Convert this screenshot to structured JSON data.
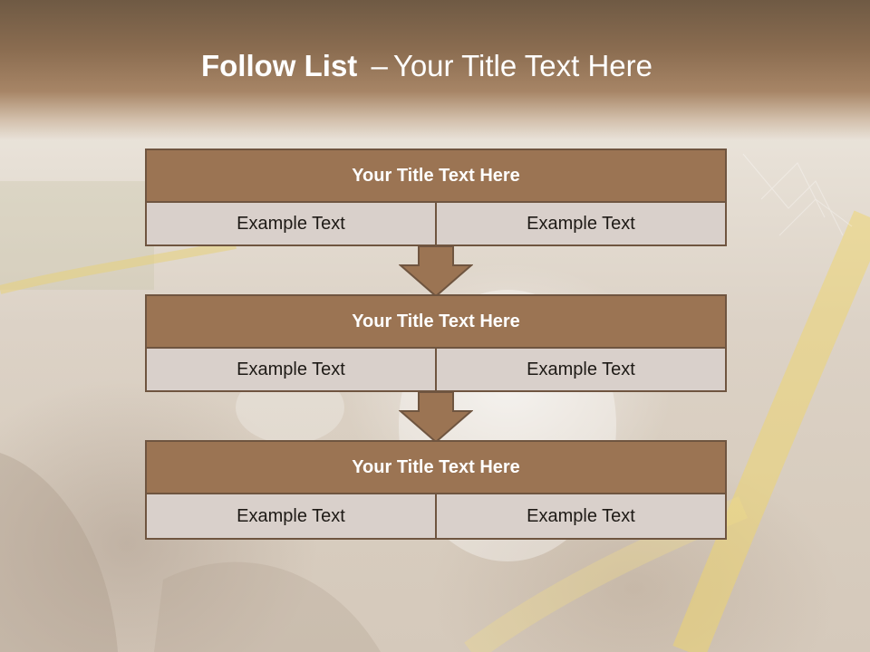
{
  "slide": {
    "title_bold": "Follow List",
    "title_sep": "–",
    "title_rest": "Your Title Text Here"
  },
  "steps": [
    {
      "title": "Your Title Text Here",
      "left": "Example Text",
      "right": "Example Text"
    },
    {
      "title": "Your Title Text Here",
      "left": "Example Text",
      "right": "Example Text"
    },
    {
      "title": "Your Title Text Here",
      "left": "Example Text",
      "right": "Example Text"
    }
  ],
  "colors": {
    "header": "#8a6c50",
    "box_head": "#9b7453",
    "box_border": "#6f5540",
    "cell_bg": "#d9d0cb",
    "arrow": "#9b7453"
  },
  "icons": [
    "down-arrow",
    "down-arrow"
  ]
}
